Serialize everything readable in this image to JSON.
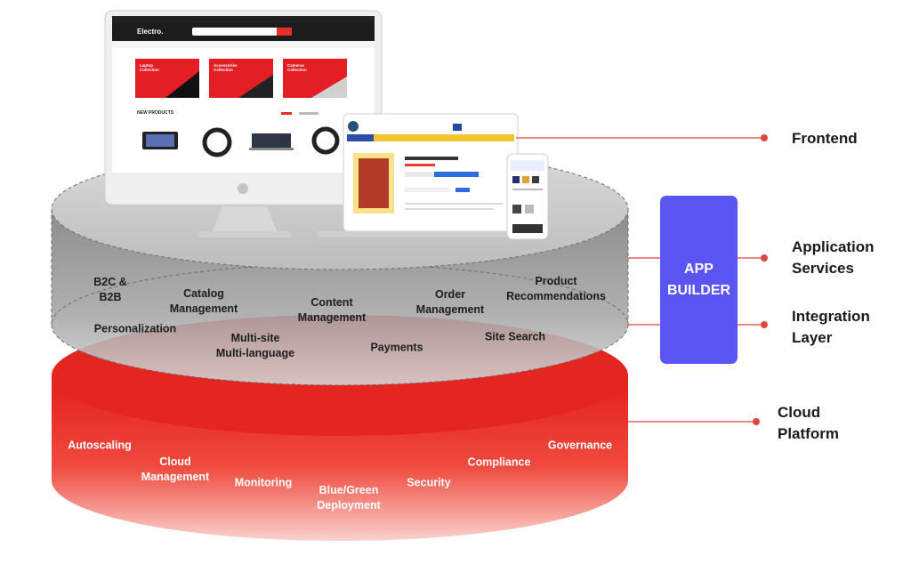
{
  "platform_layer": {
    "features": [
      "Autoscaling",
      "Cloud\nManagement",
      "Monitoring",
      "Blue/Green\nDeployment",
      "Security",
      "Compliance",
      "Governance"
    ]
  },
  "services_layer": {
    "features": [
      "B2C &\nB2B",
      "Catalog\nManagement",
      "Content\nManagement",
      "Order\nManagement",
      "Product\nRecommendations",
      "Personalization",
      "Multi-site\nMulti-language",
      "Payments",
      "Site Search"
    ]
  },
  "app_builder": {
    "line1": "APP",
    "line2": "BUILDER"
  },
  "right_labels": {
    "frontend": "Frontend",
    "application_services": "Application\nServices",
    "integration_layer": "Integration\nLayer",
    "cloud_platform": "Cloud\nPlatform"
  },
  "storefront": {
    "logo": "Electro.",
    "new_products": "NEW PRODUCTS",
    "promo_1": "Laptop Collection",
    "promo_2": "Accessories Collection",
    "promo_3": "Cameras Collection"
  },
  "colors": {
    "red": "#e8302a",
    "app_builder": "#5a55f2",
    "connector": "#e0453d",
    "grey_layer": "#9a9a9a"
  }
}
